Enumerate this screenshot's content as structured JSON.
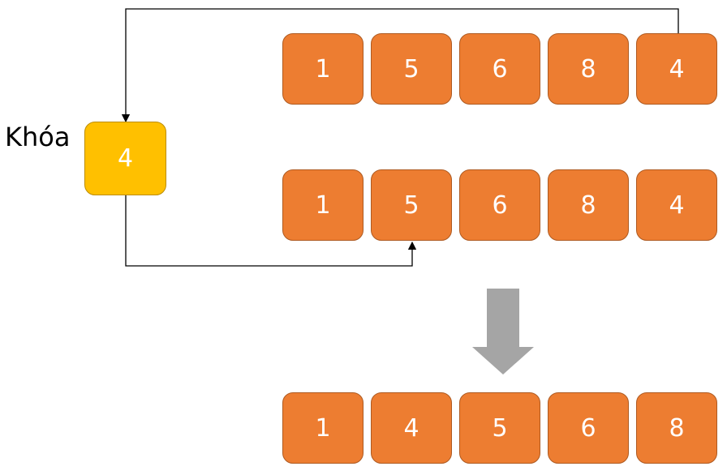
{
  "key": {
    "label": "Khóa",
    "value": "4"
  },
  "rows": {
    "top": [
      "1",
      "5",
      "6",
      "8",
      "4"
    ],
    "middle": [
      "1",
      "5",
      "6",
      "8",
      "4"
    ],
    "result": [
      "1",
      "4",
      "5",
      "6",
      "8"
    ]
  },
  "colors": {
    "cell_fill": "#ed7d31",
    "cell_border": "#ae5a21",
    "key_fill": "#ffc000",
    "arrow_fill": "#a5a5a5",
    "line": "#000000"
  }
}
